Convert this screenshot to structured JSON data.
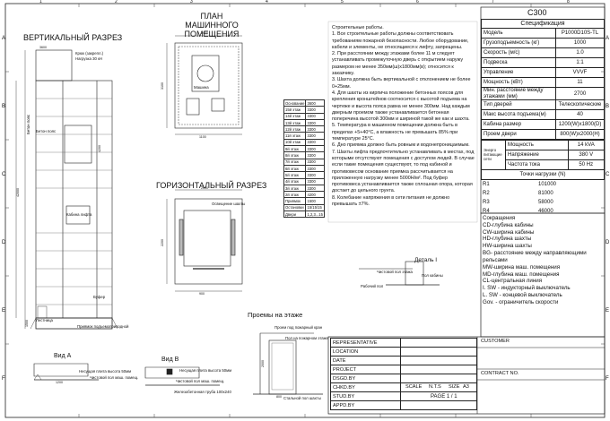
{
  "sheet": {
    "code": "C300",
    "grid_letters": [
      "A",
      "B",
      "C",
      "D",
      "E",
      "F"
    ],
    "grid_numbers": [
      "1",
      "2",
      "3",
      "4",
      "5",
      "6",
      "7",
      "8"
    ]
  },
  "views": {
    "vertical_section": "ВЕРТИКАЛЬНЫЙ РАЗРЕЗ",
    "machine_room": "ПЛАН МАШИННОГО ПОМЕЩЕНИЯ",
    "horizontal_section": "ГОРИЗОНТАЛЬНЫЙ РАЗРЕЗ",
    "door_openings": "Проемы на этаже",
    "view_a": "Вид А",
    "view_b": "Вид B",
    "detail_i": "Деталь I"
  },
  "drawing_labels": {
    "hook": "Крюк (закрепл.)",
    "hook_load": "Нагрузка 30 кН",
    "concrete_ring": "Бетон пояс",
    "concrete_ring_2": "Бетон пояс",
    "machine": "Машина",
    "buffer": "Буфер",
    "ladder": "Лестница",
    "pit": "Приямок подъемоприводной",
    "lighting": "Освещение шахты",
    "cabin": "Кабина лифта",
    "floor_level": "Чистовой пол маш. помещ.",
    "slab_load": "Несущая плита высота 50мм",
    "steel_pipe": "Железобетонная труба 100х240",
    "detail_top": "Чистовой пол этажа",
    "detail_bottom": "Рабочий пол",
    "cabin_floor": "Пол кабины",
    "door_opening_note": "Проем под пожарный кран",
    "door_opening_note2": "Пол на пожарном этаже",
    "steel_beam": "Стальной пол шахты"
  },
  "dimensions": {
    "vs_top": "3600",
    "vs_height": "42000",
    "vs_overhead": "4200",
    "vs_pit": "1500",
    "mr_width": "2400",
    "mr_depth": "3100",
    "hs_width": "2000",
    "hs_depth": "2200",
    "door_w": "800",
    "door_h": "2000",
    "misc_1": "1100",
    "misc_2": "900",
    "misc_3": "1200"
  },
  "floors_table": {
    "rows": [
      [
        "Основание",
        "3600"
      ],
      [
        "15й этаж",
        "3300"
      ],
      [
        "14й этаж",
        "3300"
      ],
      [
        "13й этаж",
        "3300"
      ],
      [
        "12й этаж",
        "3300"
      ],
      [
        "11й этаж",
        "3300"
      ],
      [
        "10й этаж",
        "3300"
      ],
      [
        "9й этаж",
        "3300"
      ],
      [
        "8й этаж",
        "3300"
      ],
      [
        "7й этаж",
        "3300"
      ],
      [
        "6й этаж",
        "3300"
      ],
      [
        "5й этаж",
        "3300"
      ],
      [
        "4й этаж",
        "3300"
      ],
      [
        "3й этаж",
        "3300"
      ],
      [
        "2й этаж",
        "4200"
      ],
      [
        "Приямок",
        "1500"
      ],
      [
        "Остановки",
        "15/15/15"
      ],
      [
        "Двери",
        "1,2,3...15"
      ]
    ]
  },
  "notes": {
    "title": "Строительные работы.",
    "items": [
      "1. Все строительные работы должны соответствовать требованиям пожарной безопасности. Любое оборудование, кабели и элементы, не относящиеся к лифту, запрещены.",
      "2. При расстоянии между этажами более 11 м следует устанавливать промежуточную дверь с открытием наружу размером не менее 350мм(ш)х1800мм(в); относится к заказчику.",
      "3. Шахта должна быть вертикальной с отклонением не более 0+25мм.",
      "4. Для шахты из кирпича положение бетонных поясов для крепления кронштейнов соотносится с высотой подъема на чертеже и высота пояса равна не менее 300мм. Над каждым дверным проемом также устанавливается бетонная поперечина высотой 300мм и шириной такой же как и шахта.",
      "5. Температура в машинном помещении должна быть в пределах +5+40°C, а влажность не превышать 85% при температуре 25°C.",
      "6. Дно приямка должно быть ровным и водонепроницаемым.",
      "7. Шахты лифта предпочтительно устанавливать в местах, под которыми отсутствуют помещения с доступом людей. В случае если такие помещения существуют, то под кабиной и противовесом основание приямка рассчитывается на приложенную нагрузку менее 5000Н/м². Под буфер противовеса устанавливается также сплошная опора, которая достает до цельного грунта.",
      "8. Колебание напряжения в сети питания не должно превышать ±7%."
    ]
  },
  "spec": {
    "title": "Спецификация",
    "rows": [
      {
        "label": "Модель",
        "value": "P1000D10S-TL"
      },
      {
        "label": "Грузоподъемность (кг)",
        "value": "1000"
      },
      {
        "label": "Скорость (м/с)",
        "value": "1.0"
      },
      {
        "label": "Подвеска",
        "value": "1:1"
      },
      {
        "label": "Управление",
        "value": "VVVF"
      },
      {
        "label": "Мощность (кВт)",
        "value": "11"
      },
      {
        "label": "Мин. расстояние между этажами (мм)",
        "value": "2700"
      },
      {
        "label": "Тип дверей",
        "value": "Телескопические"
      },
      {
        "label": "Макс высота подъема(м)",
        "value": "40"
      },
      {
        "label": "Кабина размер",
        "value": "1200(W)x1800(D)"
      },
      {
        "label": "Проем двери",
        "value": "800(W)x2000(H)"
      }
    ],
    "power_group_label": "Энерго питающие сети",
    "power": [
      {
        "label": "Мощность",
        "value": "14 kVA"
      },
      {
        "label": "Напряжение",
        "value": "380 V"
      },
      {
        "label": "Частота тока",
        "value": "50 Hz"
      }
    ],
    "loads_title": "Точки нагрузки (N)",
    "loads": [
      {
        "label": "R1",
        "value": "101000"
      },
      {
        "label": "R2",
        "value": "81000"
      },
      {
        "label": "R3",
        "value": "58000"
      },
      {
        "label": "R4",
        "value": "46000"
      }
    ]
  },
  "abbreviations": {
    "title": "Сокращения",
    "items": [
      "CD-глубина кабины",
      "CW-ширина кабины",
      "HD-глубина шахты",
      "HW-ширина шахты",
      "BG- расстояние между направляющими рельсами",
      "MW-ширина маш. помещения",
      "MD-глубина маш. помещения",
      "CL-центральная линия",
      "I. SW - индукторный выключатель",
      "L. SW - концевой выключатель",
      "Gov. - ограничитель скорости"
    ]
  },
  "title_block": {
    "representative": "REPRESENTATIVE",
    "location": "LOCATION",
    "date": "DATE",
    "project": "PROJECT",
    "dsgd": "DSGD.BY",
    "chkd": "CHKD.BY",
    "stud": "STUD.BY",
    "appd": "APPD.BY",
    "customer": "CUSTOMER",
    "contract": "CONTRACT NO.",
    "scale_label": "SCALE",
    "scale": "N.T.S",
    "size_label": "SIZE",
    "size": "A3",
    "page": "PAGE 1 / 1"
  }
}
